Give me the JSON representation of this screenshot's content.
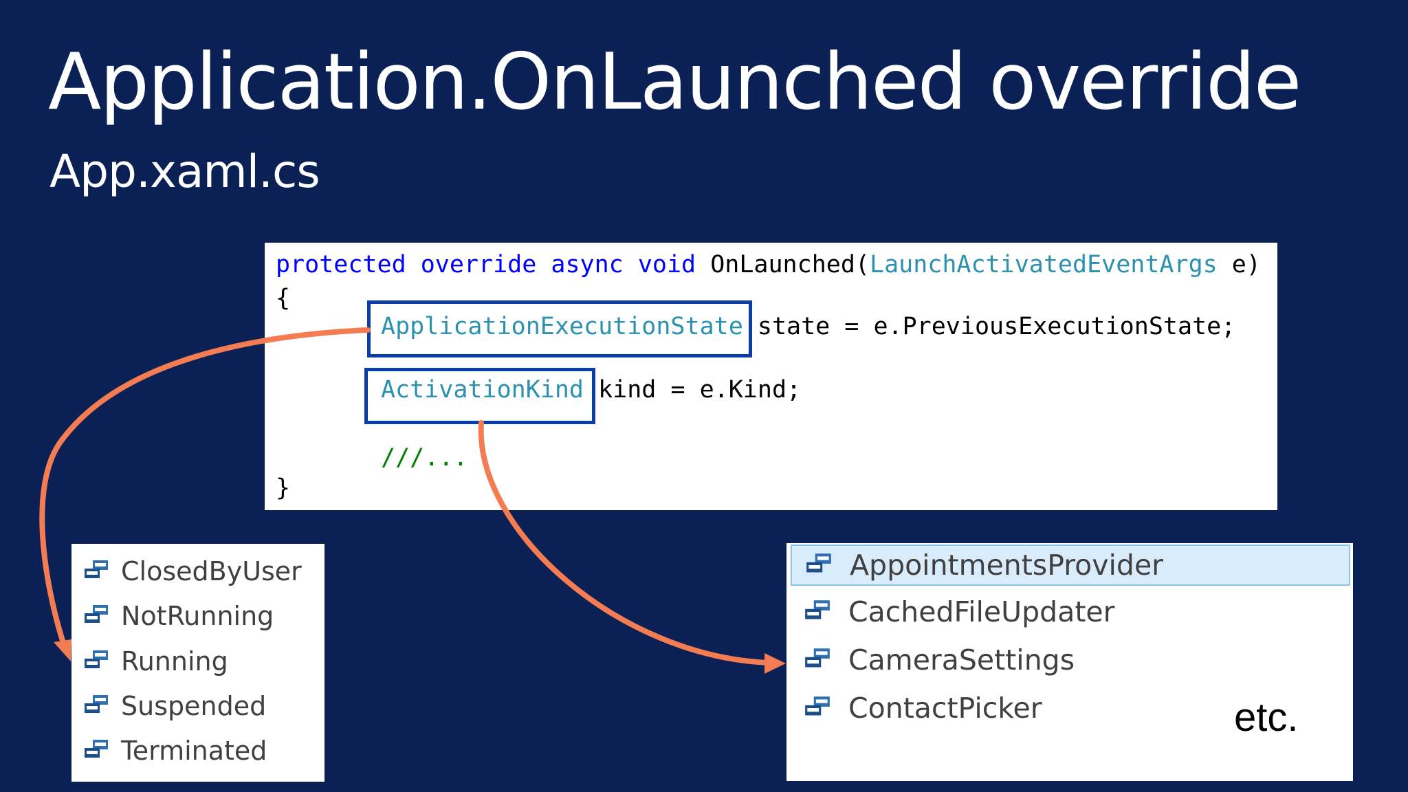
{
  "slide": {
    "title": "Application.OnLaunched override",
    "subtitle": "App.xaml.cs"
  },
  "code": {
    "line1": {
      "protected": "protected",
      "override": "override",
      "async": "async",
      "void": "void",
      "method": "OnLaunched(",
      "param_type": "LaunchActivatedEventArgs",
      "param_rest": " e)"
    },
    "open_brace": "{",
    "line2": {
      "type": "ApplicationExecutionState",
      "rest": "state = e.PreviousExecutionState;"
    },
    "line3": {
      "type": "ActivationKind",
      "rest": "kind = e.Kind;"
    },
    "line4": {
      "comment": "///..."
    },
    "close_brace": "}"
  },
  "execution_state_list": {
    "icon": "enum-member-icon",
    "items": [
      "ClosedByUser",
      "NotRunning",
      "Running",
      "Suspended",
      "Terminated"
    ]
  },
  "activation_kind_list": {
    "icon": "enum-member-icon",
    "items": [
      "AppointmentsProvider",
      "CachedFileUpdater",
      "CameraSettings",
      "ContactPicker"
    ],
    "selected_item": "AppointmentsProvider",
    "more_label": "etc."
  },
  "colors": {
    "background": "#0b2054",
    "keyword": "#0000ff",
    "type": "#2b91af",
    "comment": "#008000",
    "highlight_box": "#0a3ea6",
    "arrow": "#f47c52",
    "selection": "#d9ecfb"
  }
}
